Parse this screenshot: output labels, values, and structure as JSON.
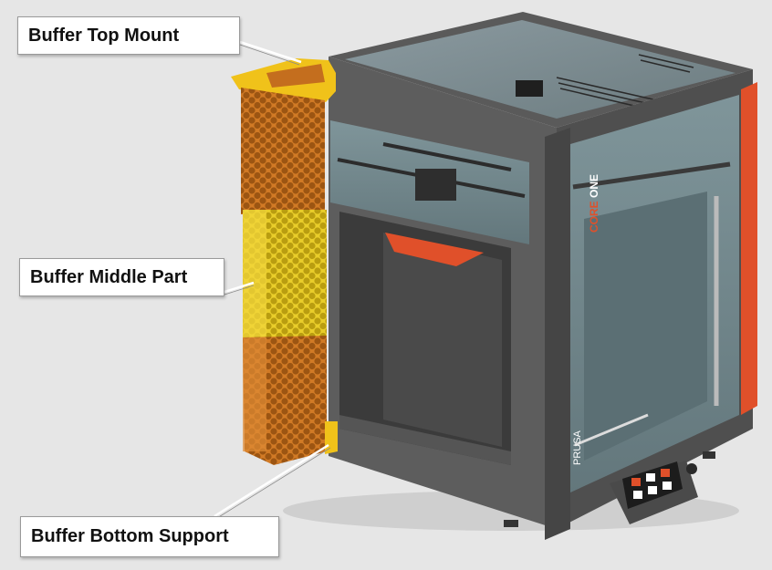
{
  "labels": {
    "top_mount": "Buffer Top Mount",
    "middle_part": "Buffer Middle Part",
    "bottom_support": "Buffer Bottom Support"
  },
  "printer": {
    "brand_text": "PRUSA",
    "model_core": "CORE",
    "model_one": "ONE"
  },
  "colors": {
    "background": "#e6e6e6",
    "frame": "#5d5d5d",
    "buffer_orange": "#d9822b",
    "buffer_yellow": "#e8c91d",
    "accent_red": "#e0502a"
  }
}
